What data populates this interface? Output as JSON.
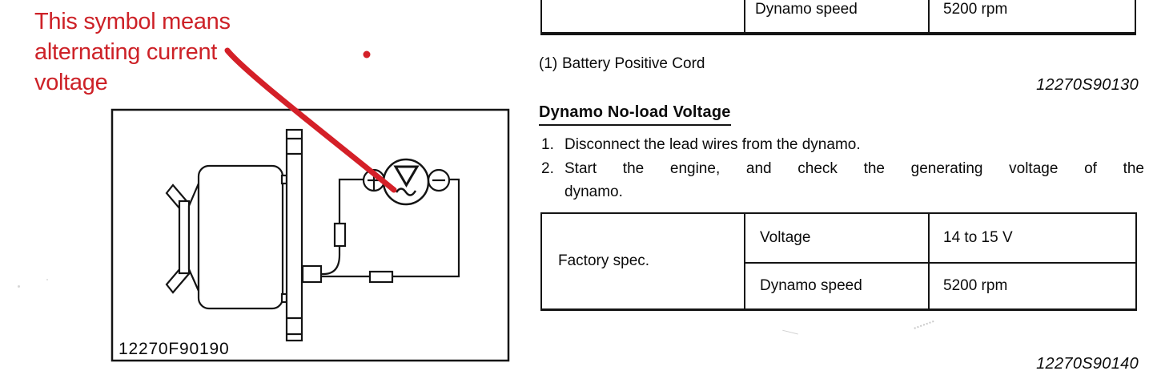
{
  "annotation": {
    "note_lines": [
      "This symbol means",
      "alternating current",
      "voltage"
    ],
    "color": "#cd2127"
  },
  "figure": {
    "label": "12270F90190",
    "icons": {
      "meter": "ac-voltmeter-icon",
      "positive_terminal": "plus-terminal-icon",
      "negative_terminal": "minus-terminal-icon",
      "pointer": "red-arrow"
    }
  },
  "top_table": {
    "rows": [
      {
        "param": "Dynamo speed",
        "value": "5200 rpm"
      }
    ]
  },
  "caption": {
    "index": "(1)",
    "text": "Battery Positive Cord"
  },
  "ref_top": "12270S90130",
  "section": {
    "heading": "Dynamo No-load Voltage",
    "steps": [
      {
        "num": "1.",
        "lines": [
          "Disconnect the lead wires from the dynamo."
        ]
      },
      {
        "num": "2.",
        "lines": [
          "Start the engine, and check the generating voltage of the",
          "dynamo."
        ]
      }
    ]
  },
  "spec_table": {
    "row_header": "Factory spec.",
    "rows": [
      {
        "param": "Voltage",
        "value": "14 to 15 V"
      },
      {
        "param": "Dynamo speed",
        "value": "5200 rpm"
      }
    ]
  },
  "ref_bottom": "12270S90140",
  "colors": {
    "ink": "#141414",
    "red": "#cd2127"
  }
}
